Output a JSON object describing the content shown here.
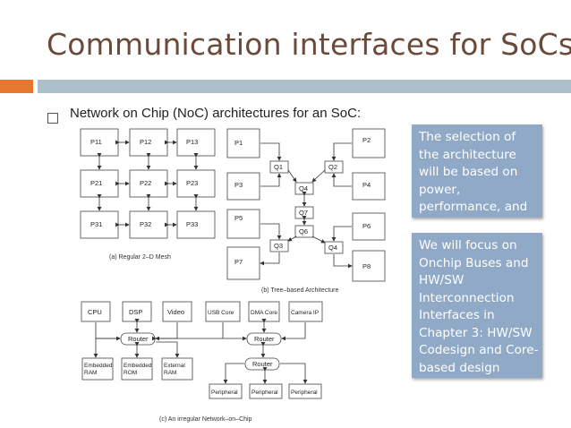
{
  "title": "Communication interfaces for SoCs",
  "bullet": "Network on Chip (NoC) architectures for an SoC:",
  "callouts": {
    "first": "The selection of the architecture will be based on power, performance, and area considerations.",
    "second": "We will focus on Onchip Buses and HW/SW Interconnection Interfaces in Chapter 3: HW/SW Codesign and Core-based design"
  },
  "mesh": {
    "nodes": [
      "P11",
      "P12",
      "P13",
      "P21",
      "P22",
      "P23",
      "P31",
      "P32",
      "P33"
    ],
    "caption": "(a) Regular 2–D Mesh"
  },
  "tree": {
    "nodes": {
      "p1": "P1",
      "p2": "P2",
      "p3": "P3",
      "p4": "P4",
      "p5": "P5",
      "p6": "P6",
      "p7": "P7",
      "p8": "P8"
    },
    "routers": {
      "q1": "Q1",
      "q2": "Q2",
      "q4a": "Q4",
      "q7": "Q7",
      "q6": "Q6",
      "q3": "Q3",
      "q4b": "Q4"
    },
    "caption": "(b) Tree–based Architecture"
  },
  "irregular": {
    "cpu": "CPU",
    "dsp": "DSP",
    "video": "Video",
    "usb": "USB Core",
    "dma": "DMA Core",
    "camera": "Camera IP",
    "router1": "Router",
    "router2": "Router",
    "router3": "Router",
    "emb_ram": "Embedded RAM",
    "emb_rom": "Embedded ROM",
    "ext_ram": "External RAM",
    "peripheral": "Peripheral",
    "caption": "(c) An irregular Network–on–Chip"
  },
  "colors": {
    "title": "#6b4a3a",
    "accent_orange": "#e8772e",
    "accent_bar": "#aebfcc",
    "callout_bg": "#8fa9c6"
  }
}
